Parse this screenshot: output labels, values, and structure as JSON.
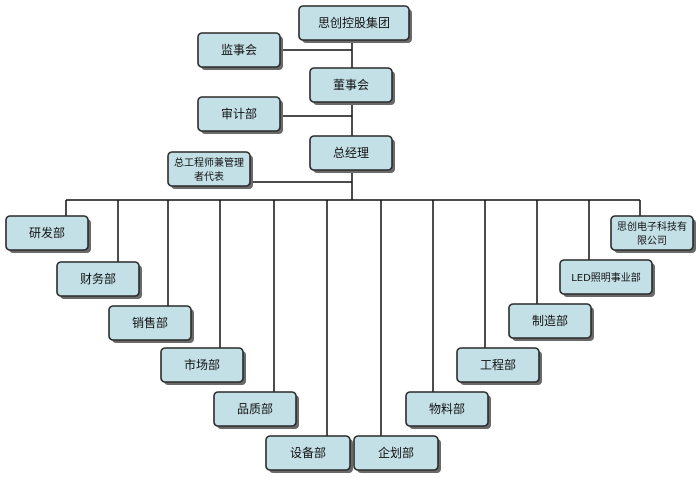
{
  "org": {
    "group": "思创控股集团",
    "supervisory_board": "监事会",
    "board": "董事会",
    "audit": "审计部",
    "general_manager": "总经理",
    "chief_engineer": [
      "总工程师兼管理",
      "者代表"
    ],
    "departments": {
      "rd": "研发部",
      "finance": "财务部",
      "sales": "销售部",
      "market": "市场部",
      "quality": "品质部",
      "equipment": "设备部",
      "planning": "企划部",
      "materials": "物料部",
      "engineering": "工程部",
      "manufacturing": "制造部",
      "led": "LED照明事业部",
      "subsidiary": [
        "思创电子科技有",
        "限公司"
      ]
    }
  },
  "colors": {
    "box_fill": "#c3e0e6",
    "box_border": "#2b2b2b",
    "line": "#111111"
  }
}
